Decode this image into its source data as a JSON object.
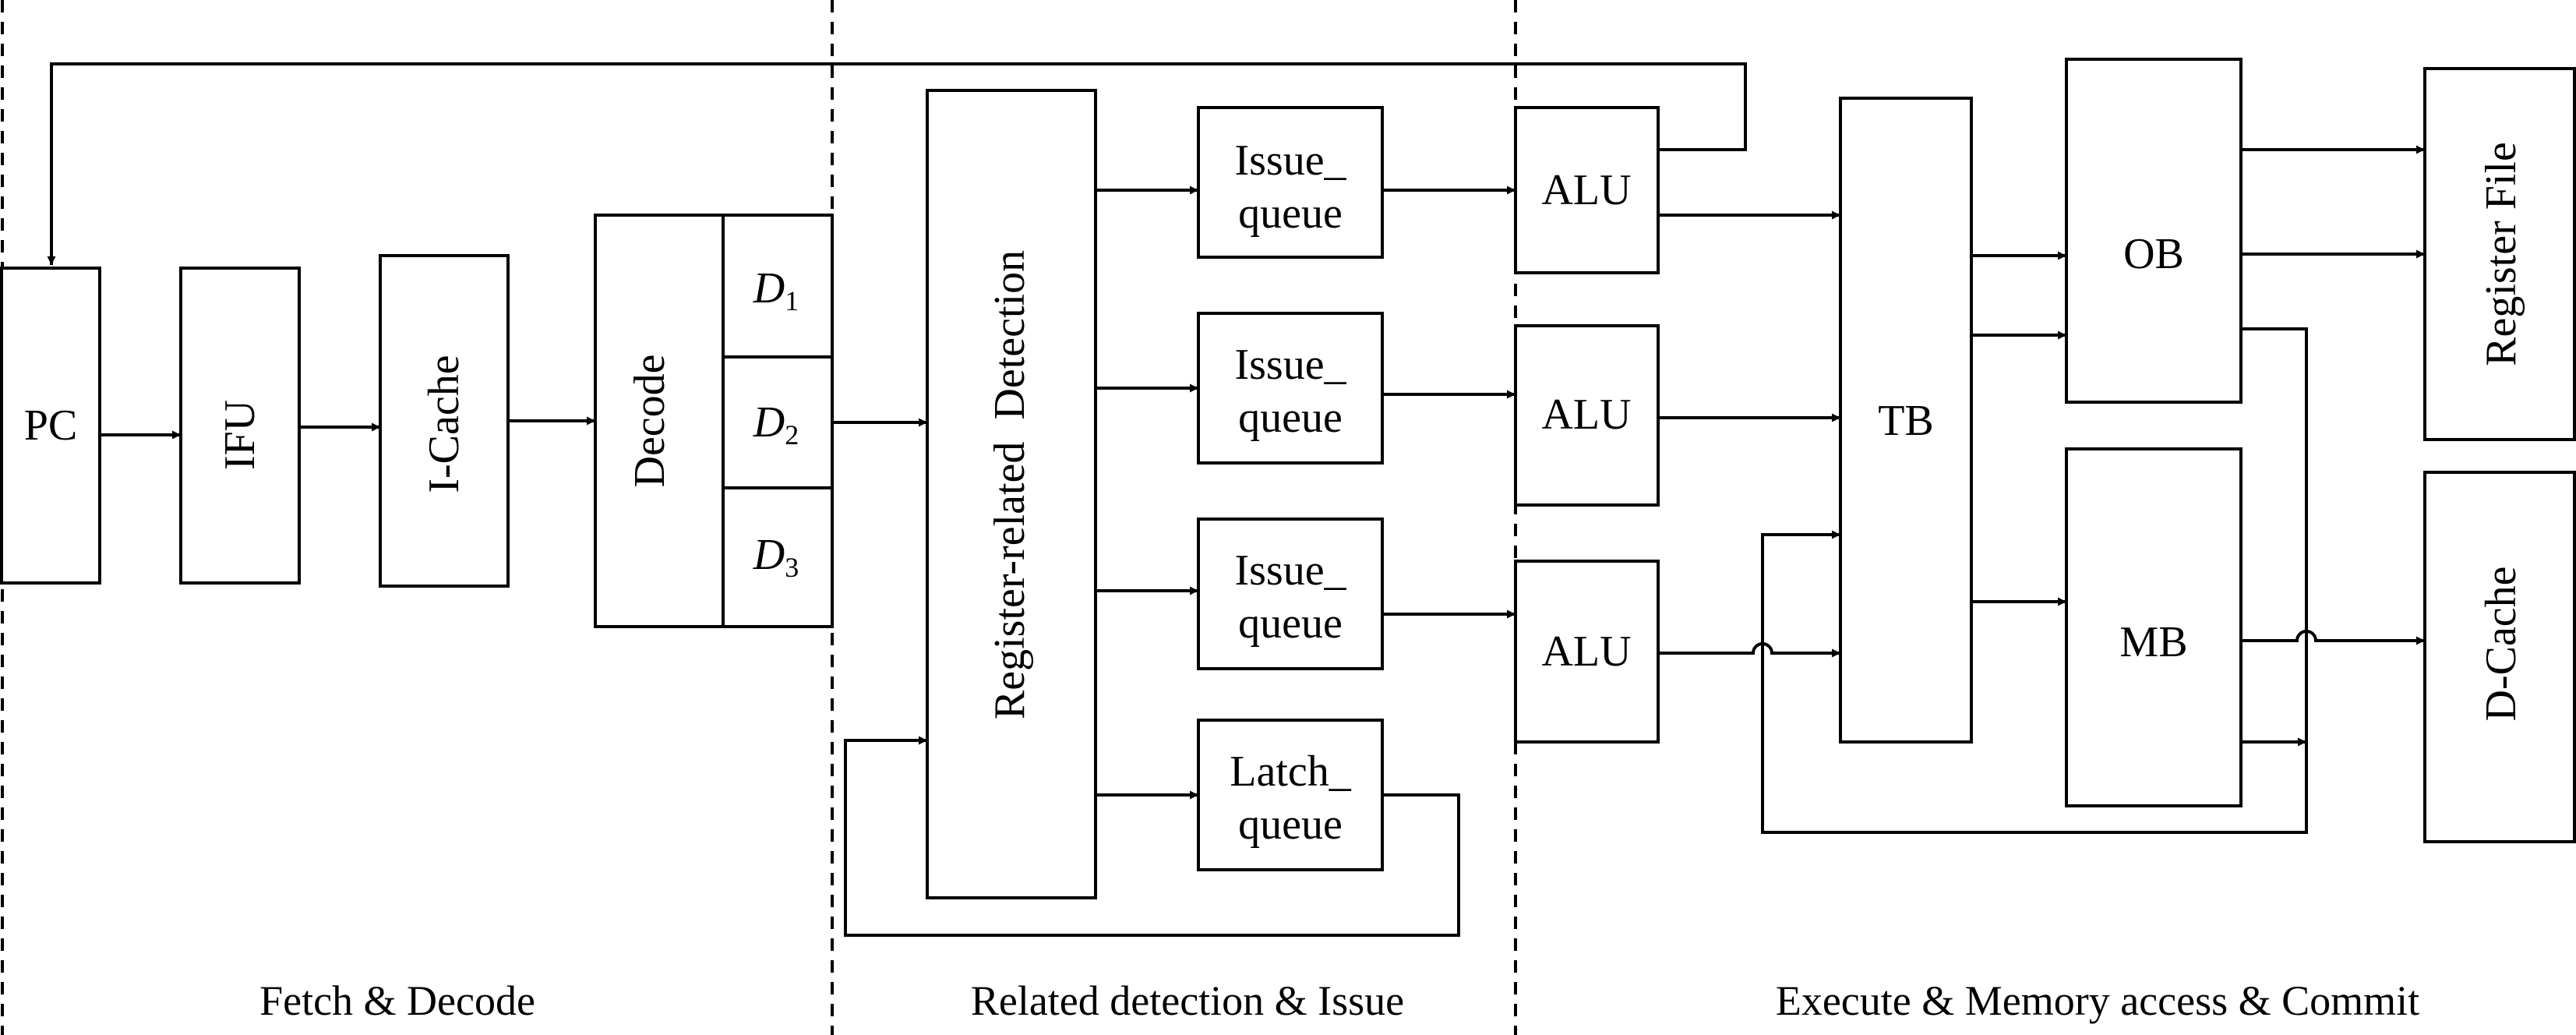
{
  "stages": {
    "fetch_decode": "Fetch & Decode",
    "related_issue": "Related detection & Issue",
    "execute_commit": "Execute & Memory access & Commit"
  },
  "blocks": {
    "pc": "PC",
    "ifu": "IFU",
    "icache": "I-Cache",
    "decode": "Decode",
    "d1": {
      "letter": "D",
      "sub": "1"
    },
    "d2": {
      "letter": "D",
      "sub": "2"
    },
    "d3": {
      "letter": "D",
      "sub": "3"
    },
    "register_detection": "Register-related  Detection",
    "issue_queue_1": [
      "Issue_",
      "queue"
    ],
    "issue_queue_2": [
      "Issue_",
      "queue"
    ],
    "issue_queue_3": [
      "Issue_",
      "queue"
    ],
    "latch_queue": [
      "Latch_",
      "queue"
    ],
    "alu_1": "ALU",
    "alu_2": "ALU",
    "alu_3": "ALU",
    "tb": "TB",
    "ob": "OB",
    "mb": "MB",
    "register_file": "Register File",
    "dcache": "D-Cache"
  }
}
